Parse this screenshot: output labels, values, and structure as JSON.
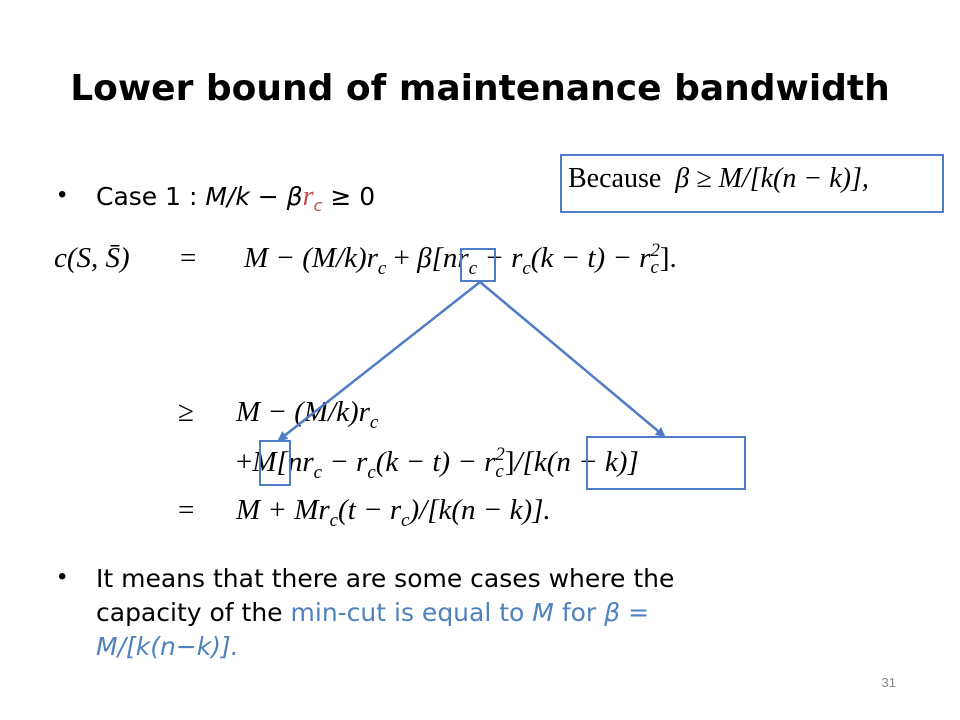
{
  "title": "Lower bound of maintenance bandwidth",
  "bullet1": {
    "prefix": "Case 1 : ",
    "expr_main": "M/k − β",
    "expr_r": "r",
    "expr_sub": "c",
    "expr_tail": " ≥ 0"
  },
  "because": {
    "word": "Because",
    "expr": "β ≥ M/[k(n − k)],"
  },
  "eq1": {
    "lhs": "c(S, S̄)",
    "op": "=",
    "rhs_a": "M − (M/k)r",
    "rhs_a_sub": "c",
    "rhs_b": " + ",
    "beta": "β",
    "rhs_c": "[nr",
    "rhs_c_sub": "c",
    "rhs_d": " − r",
    "rhs_d_sub": "c",
    "rhs_e": "(k − t) − r",
    "rhs_e_sup": "2",
    "rhs_e_sub": "c",
    "rhs_f": "]."
  },
  "eq2": {
    "op": "≥",
    "line1": "M − (M/k)r",
    "line1_sub": "c",
    "plus": "+",
    "M": "M",
    "line2_a": "[nr",
    "line2_a_sub": "c",
    "line2_b": " − r",
    "line2_b_sub": "c",
    "line2_c": "(k − t) − r",
    "line2_c_sup": "2",
    "line2_c_sub": "c",
    "line2_d": "]",
    "line2_e": "/[k(n − k)]",
    "op3": "=",
    "line3_a": "M + Mr",
    "line3_a_sub": "c",
    "line3_b": "(t − r",
    "line3_b_sub": "c",
    "line3_c": ")/[k(n − k)]."
  },
  "bullet2": {
    "line1": "It means that there are some cases where the",
    "line2_a": "capacity of the ",
    "line2_b": "min-cut is equal to ",
    "line2_c": "M",
    "line2_d": " for ",
    "line2_e": "β",
    "line2_f": " =",
    "line3": "M/[k(n−k)]."
  },
  "page_number": "31",
  "colors": {
    "box": "#4f7cc4",
    "red": "#c0504d",
    "blue": "#4f81bd"
  }
}
